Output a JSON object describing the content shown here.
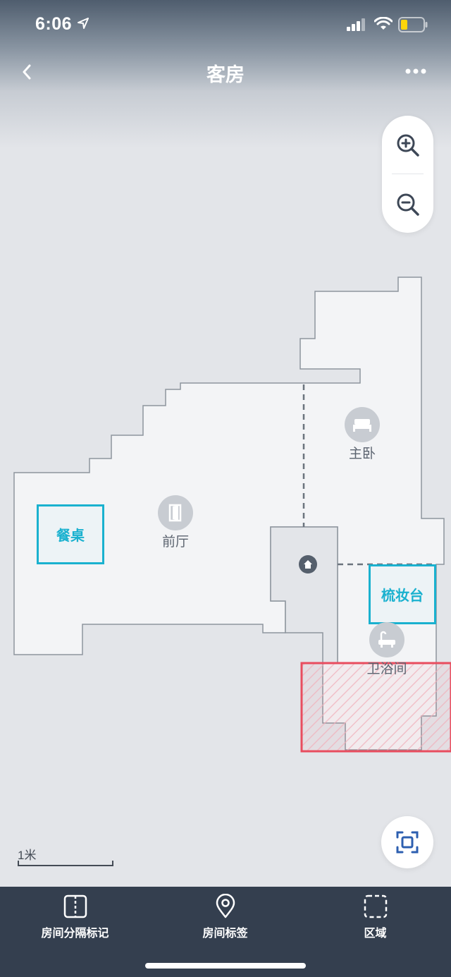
{
  "status": {
    "time": "6:06"
  },
  "nav": {
    "title": "客房"
  },
  "map": {
    "rooms": [
      {
        "id": "foyer",
        "label": "前厅",
        "icon": "door-icon"
      },
      {
        "id": "master-bedroom",
        "label": "主卧",
        "icon": "bed-icon"
      },
      {
        "id": "bathroom",
        "label": "卫浴间",
        "icon": "bathtub-icon"
      }
    ],
    "furniture": [
      {
        "id": "dining-table",
        "label": "餐桌"
      },
      {
        "id": "vanity",
        "label": "梳妆台"
      }
    ],
    "no_go_zone_color": "#e84d5f",
    "furniture_color": "#1ab1cf"
  },
  "scale": {
    "label": "1米"
  },
  "toolbar": {
    "divider_label": "房间分隔标记",
    "room_tag_label": "房间标签",
    "zone_label": "区域"
  },
  "colors": {
    "accent": "#1ab1cf",
    "toolbar_bg": "#343f4f",
    "zone_red": "#e84d5f"
  }
}
